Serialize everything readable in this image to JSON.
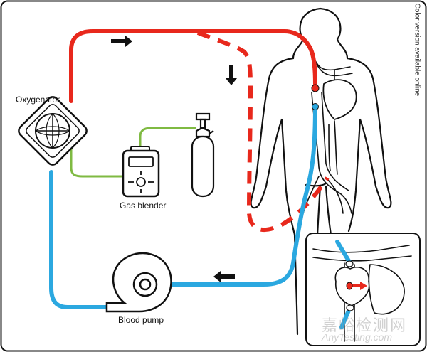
{
  "labels": {
    "oxygenator": "Oxygenator",
    "gas_blender": "Gas blender",
    "blood_pump": "Blood pump",
    "color_note": "Color version available online"
  },
  "watermark": {
    "line1": "嘉峪检测网",
    "line2": "AnyTesting.com"
  },
  "colors": {
    "oxygenated_blood": "#e8281c",
    "deoxygenated_blood": "#2ba8e0",
    "gas_line": "#7fba42",
    "outline": "#111111"
  },
  "icons": [
    "flow-arrow-right-icon",
    "flow-arrow-down-icon",
    "flow-arrow-left-icon"
  ]
}
